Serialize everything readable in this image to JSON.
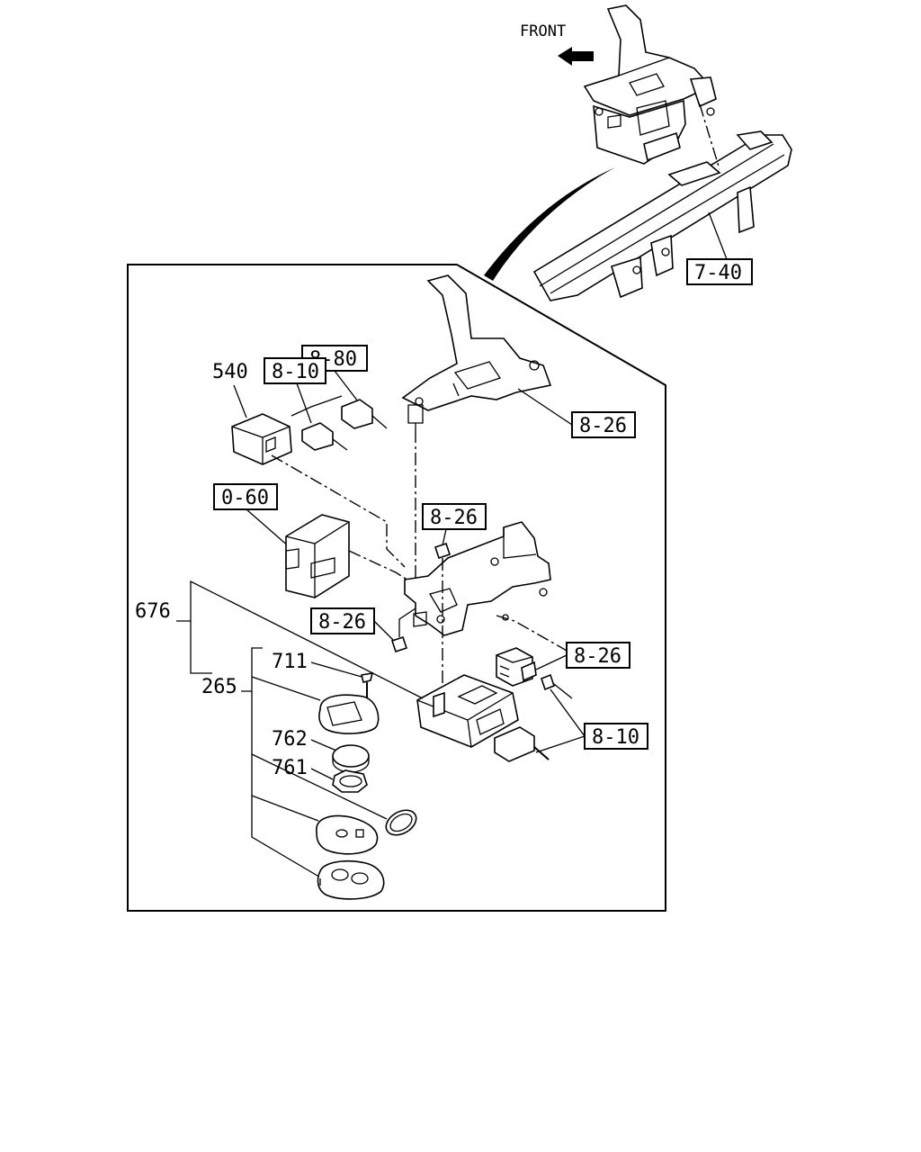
{
  "diagram": {
    "front_label": "FRONT",
    "callouts": {
      "ref_7_40": "7-40",
      "ref_8_80": "8-80",
      "ref_8_10_top": "8-10",
      "part_540": "540",
      "ref_8_26_bracket": "8-26",
      "ref_0_60": "0-60",
      "ref_8_26_nut": "8-26",
      "ref_8_26_left": "8-26",
      "ref_8_26_right": "8-26",
      "ref_8_10_right": "8-10",
      "part_676": "676",
      "part_265": "265",
      "part_711": "711",
      "part_762": "762",
      "part_761": "761"
    }
  }
}
